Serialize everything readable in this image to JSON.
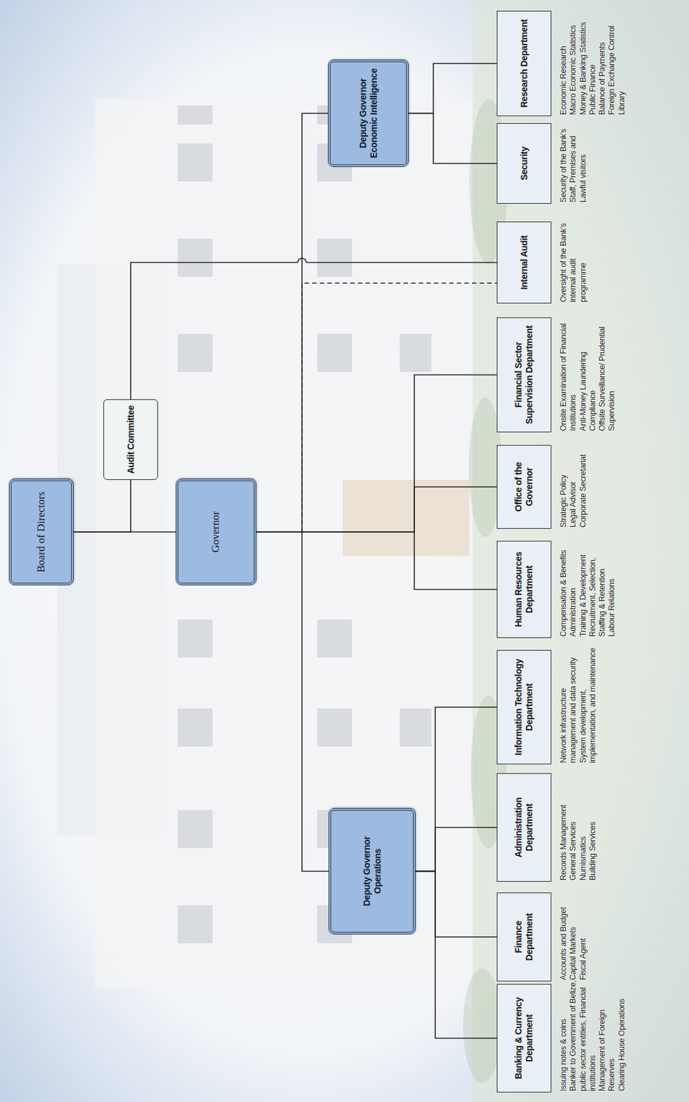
{
  "diagram": {
    "nodes": [
      {
        "text": [
          "Board of Directors"
        ]
      },
      {
        "text": [
          "Audit Committee"
        ]
      },
      {
        "text": [
          "Governor"
        ]
      },
      {
        "text": [
          "Deputy Governor Operations"
        ]
      },
      {
        "text": [
          "Deputy Governor Economic Intelligence"
        ]
      },
      {
        "text": [
          "Banking & Currency Department"
        ]
      },
      {
        "text": [
          "Finance Department"
        ]
      },
      {
        "text": [
          "Administration Department"
        ]
      },
      {
        "text": [
          "Information Technology Department"
        ]
      },
      {
        "text": [
          "Human Resources Department"
        ]
      },
      {
        "text": [
          "Office of the Governor"
        ]
      },
      {
        "text": [
          "Financial Sector Supervision Department"
        ]
      },
      {
        "text": [
          "Internal Audit"
        ]
      },
      {
        "text": [
          "Security"
        ]
      },
      {
        "text": [
          "Research Department"
        ]
      }
    ],
    "edges": [
      {
        "from": 0,
        "to": 2,
        "arrow": "none"
      },
      {
        "from": 0,
        "to": 1,
        "arrow": "none"
      },
      {
        "from": 1,
        "to": 12,
        "arrow": "none"
      },
      {
        "from": 2,
        "to": 3,
        "arrow": "none"
      },
      {
        "from": 2,
        "to": 4,
        "arrow": "none"
      },
      {
        "from": 2,
        "to": 9,
        "arrow": "none"
      },
      {
        "from": 2,
        "to": 10,
        "arrow": "none"
      },
      {
        "from": 2,
        "to": 11,
        "arrow": "none"
      },
      {
        "from": 2,
        "to": 12,
        "arrow": "none"
      },
      {
        "from": 3,
        "to": 5,
        "arrow": "none"
      },
      {
        "from": 3,
        "to": 6,
        "arrow": "none"
      },
      {
        "from": 3,
        "to": 7,
        "arrow": "none"
      },
      {
        "from": 3,
        "to": 8,
        "arrow": "none"
      },
      {
        "from": 4,
        "to": 13,
        "arrow": "none"
      },
      {
        "from": 4,
        "to": 14,
        "arrow": "none"
      }
    ],
    "labels": [
      "Issuing notes & coins",
      "Banker to Government of Belize, public sector entities, Financial institutions",
      "Management of Foreign Reserves",
      "Clearing House Operations",
      "Accounts and Budget",
      "Capital Markets",
      "Fiscal Agent",
      "Records Management",
      "General Services",
      "Numismatics",
      "Building Services",
      "Network infrastructure management and data security",
      "System development, implementation, and maintenance",
      "Compensation & Benefits Administration",
      "Training & Development",
      "Recruitment, Selection, Staffing & Retention",
      "Labour Relations",
      "Strategic Policy",
      "Legal Advisor",
      "Corporate Secretariat",
      "Onsite Examination of Financial Institutions",
      "Anti-Money Laundering Compliance",
      "Offsite Surveillance/ Prudential Supervision",
      "Oversight of the Bank's internal audit programme",
      "Security of the Bank's Staff, Premises and Lawful visitors",
      "Economic Research",
      "Macro Economic Statistics",
      "Money & Banking Statistics",
      "Public Finance",
      "Balance of Payments",
      "Foreign Exchange Control",
      "Library"
    ]
  }
}
